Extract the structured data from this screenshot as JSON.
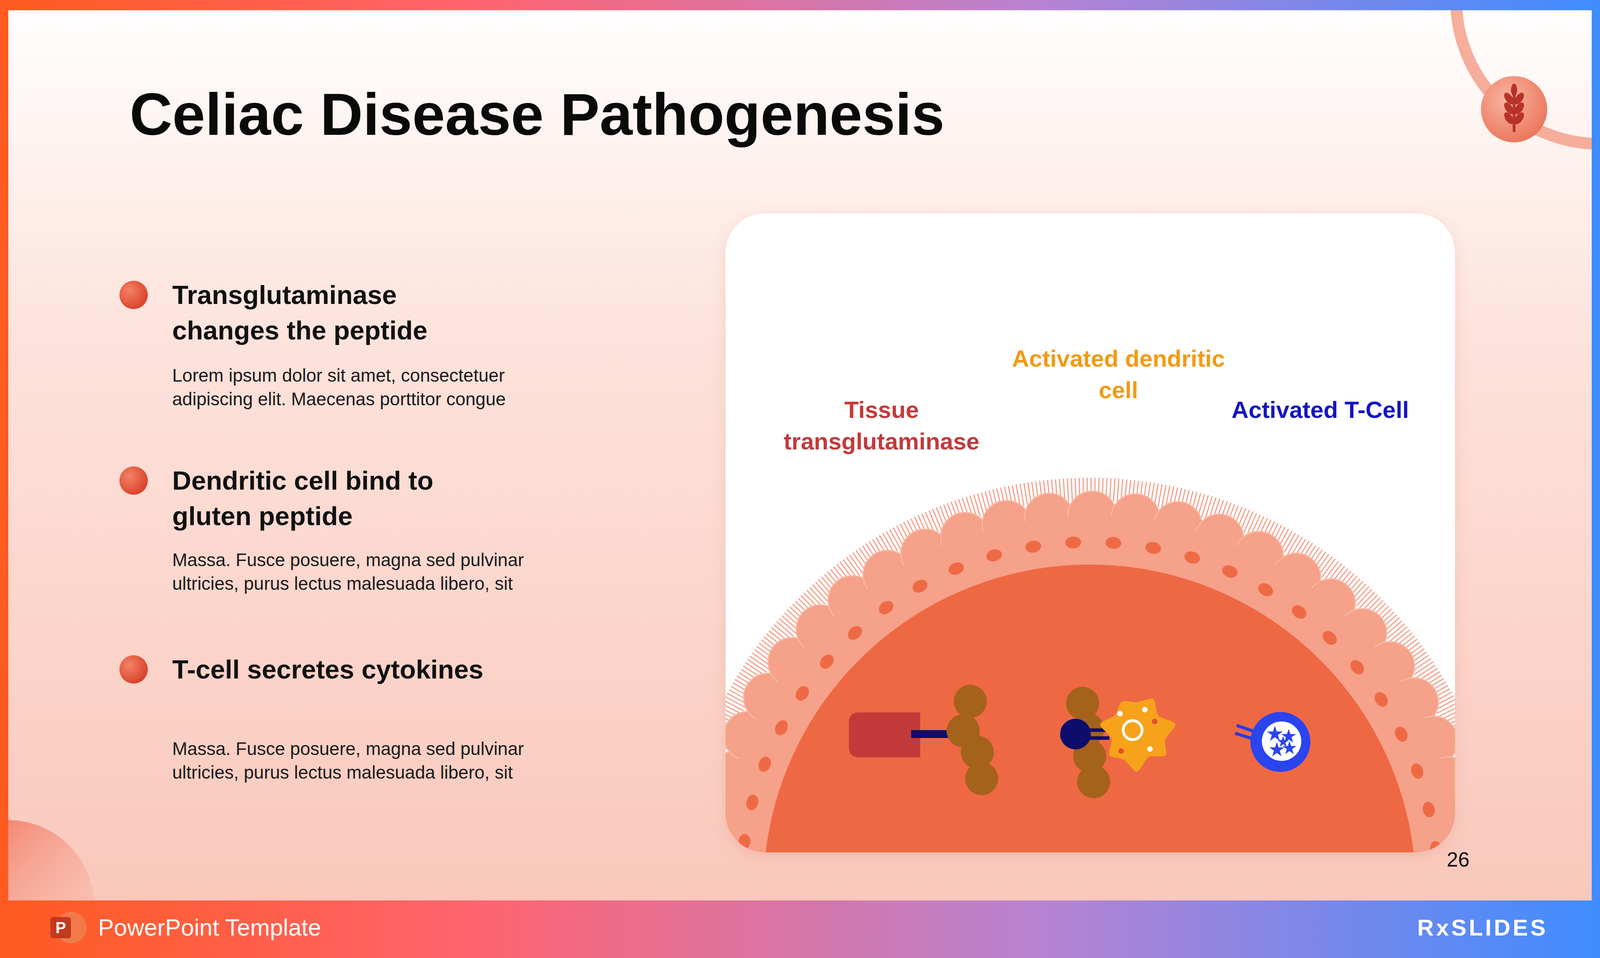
{
  "diagram": {
    "title": "Celiac Disease Pathogenesis",
    "labels": [
      "Transglutaminase changes the peptide",
      "Lorem ipsum dolor sit amet, consectetuer adipiscing elit. Maecenas porttitor congue",
      "Dendritic cell bind to gluten peptide",
      "Massa. Fusce posuere, magna sed pulvinar ultricies, purus lectus malesuada libero, sit",
      "T-cell secretes cytokines",
      "Massa. Fusce posuere, magna sed pulvinar ultricies, purus lectus malesuada libero, sit",
      "Tissue transglutaminase",
      "Activated dendritic cell",
      "Activated T-Cell",
      "26",
      "P",
      "PowerPoint Template",
      "RxSLIDES"
    ]
  }
}
